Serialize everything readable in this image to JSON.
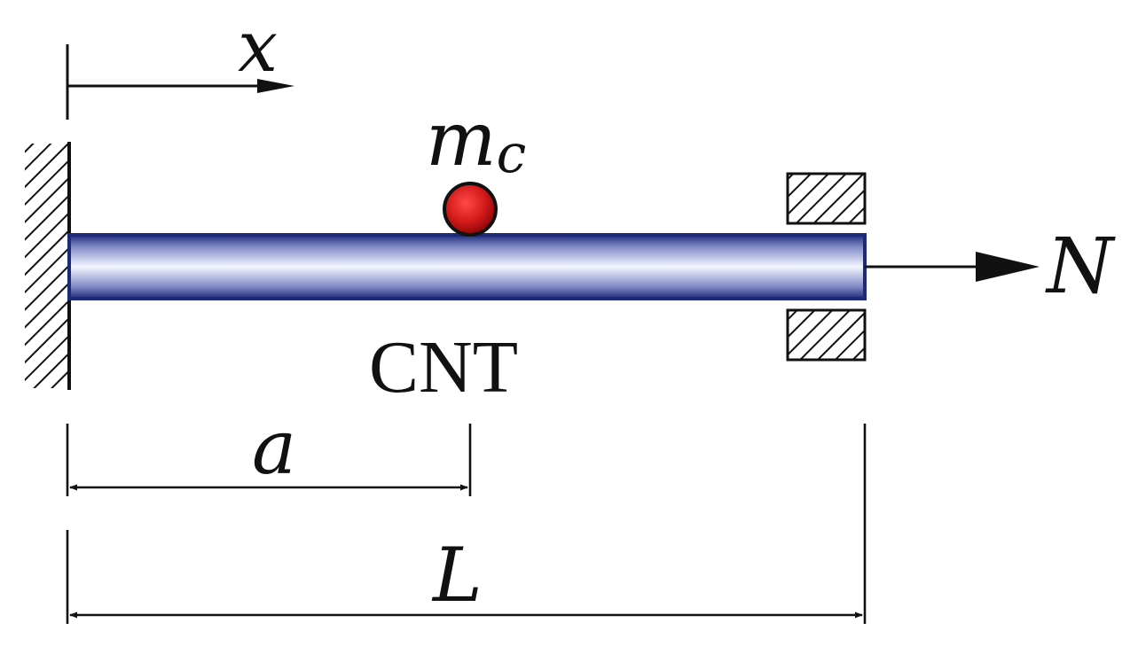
{
  "labels": {
    "x_axis": "x",
    "mass_symbol": "m",
    "mass_subscript": "c",
    "beam_name": "CNT",
    "force": "N",
    "dim_a": "a",
    "dim_L": "L"
  },
  "colors": {
    "beam_dark": "#1c2a78",
    "beam_light": "#f4f6ff",
    "mass": "#d41a1a",
    "ink": "#111111"
  }
}
